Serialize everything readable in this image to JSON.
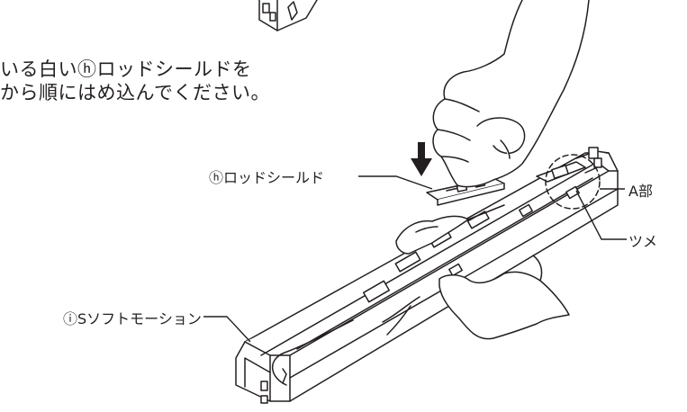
{
  "instruction": {
    "line1": "いる白いⓗロッドシールドを",
    "line2": "から順にはめ込んでください。"
  },
  "labels": {
    "rod_shield": "ⓗロッドシールド",
    "soft_motion": "ⓘSソフトモーション",
    "part_a": "A部",
    "tab": "ツメ"
  },
  "colors": {
    "line": "#231f20",
    "fill": "#ffffff"
  },
  "icons": {
    "arrow": "down-arrow-icon"
  }
}
